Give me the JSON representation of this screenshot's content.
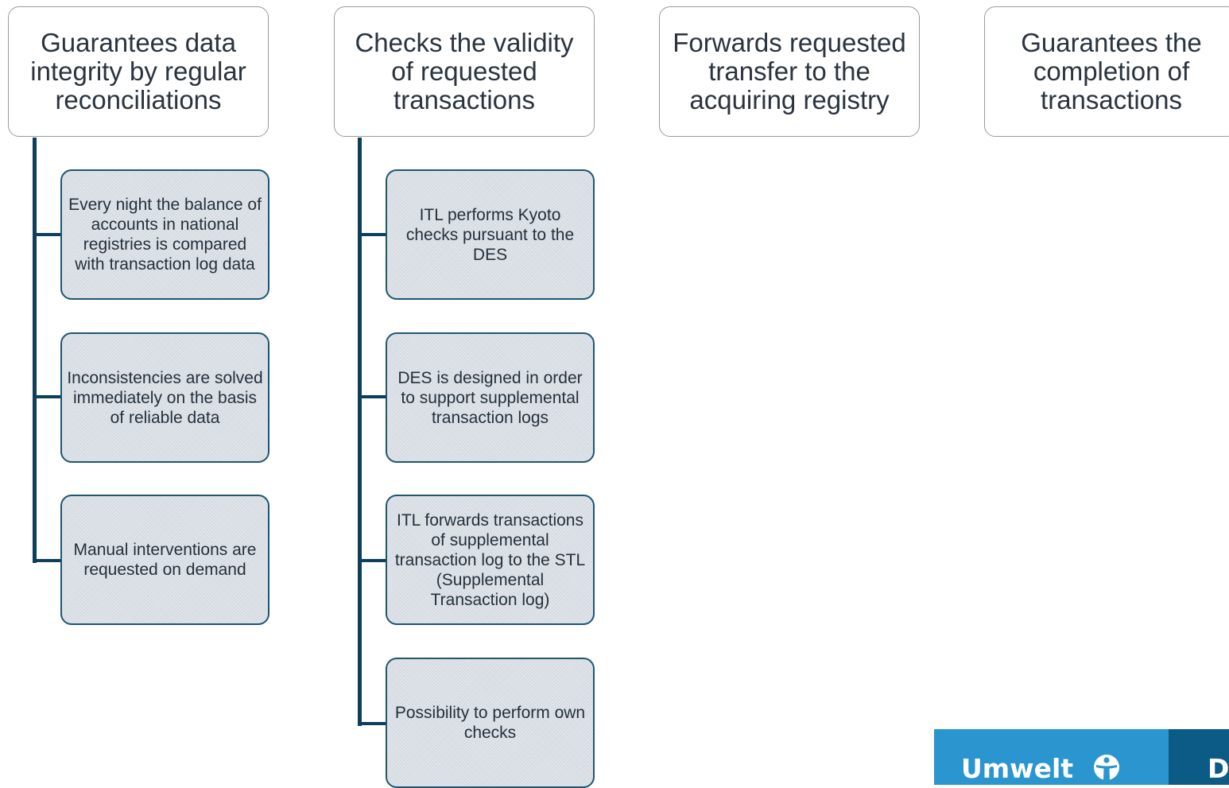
{
  "columns": [
    {
      "header": "Guarantees data integrity by regular reconciliations",
      "items": [
        "Every night the balance of accounts in national registries is compared with transaction log data",
        "Inconsistencies are solved immediately on the basis of reliable data",
        "Manual interventions are requested on demand"
      ]
    },
    {
      "header": "Checks the validity of requested transactions",
      "items": [
        "ITL performs Kyoto checks pursuant to the DES",
        "DES is designed in order to support supplemental transaction logs",
        "ITL forwards transactions of supplemental transaction log to the STL (Supplemental Transaction log)",
        "Possibility to perform own checks"
      ]
    },
    {
      "header": "Forwards requested transfer to the acquiring registry",
      "items": []
    },
    {
      "header": "Guarantees the completion of transactions",
      "items": []
    }
  ],
  "logo": {
    "word": "Umwelt",
    "letter": "D",
    "icon": "person-globe-icon"
  },
  "colors": {
    "connector": "#0d3e5c",
    "box_border": "#1f5574",
    "box_fill": "#d3d9e0",
    "logo_blue": "#2a95cf",
    "logo_dark": "#0c5a86"
  }
}
